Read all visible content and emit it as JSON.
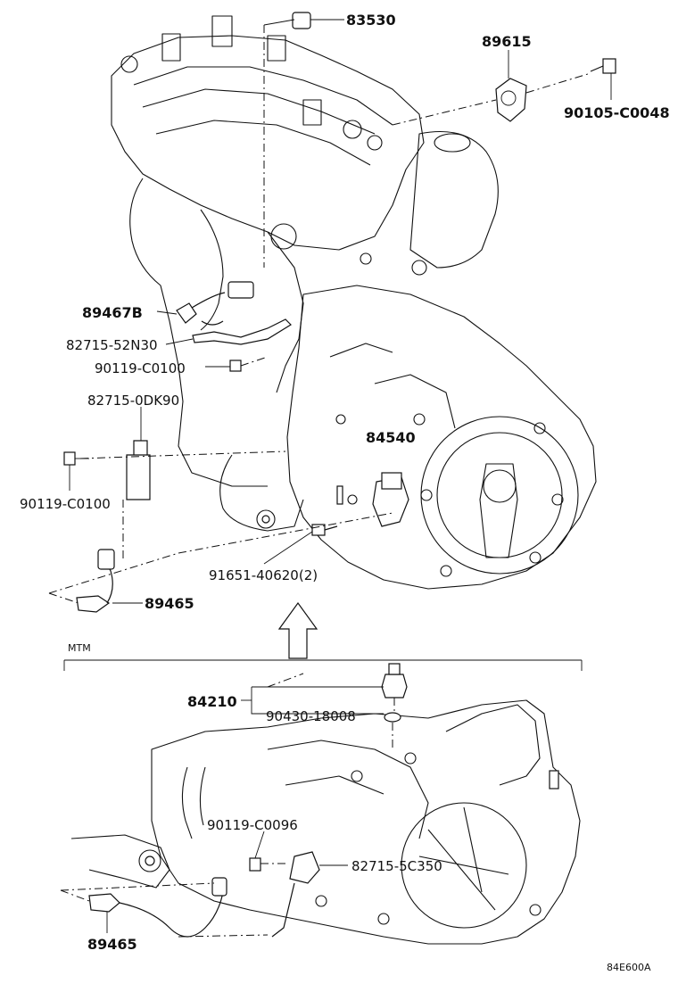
{
  "labels": {
    "p83530": "83530",
    "p89615": "89615",
    "p90105": "90105-C0048",
    "p89467b": "89467B",
    "p82715_52n30": "82715-52N30",
    "p90119_c0100_a": "90119-C0100",
    "p82715_0dk90": "82715-0DK90",
    "p84540": "84540",
    "p90119_c0100_b": "90119-C0100",
    "p91651": "91651-40620(2)",
    "p89465_top": "89465",
    "mtm": "MTM",
    "p84210": "84210",
    "p90430": "90430-18008",
    "p90119_c0096": "90119-C0096",
    "p82715_5c350": "82715-5C350",
    "p89465_bottom": "89465",
    "figure_code": "84E600A"
  }
}
